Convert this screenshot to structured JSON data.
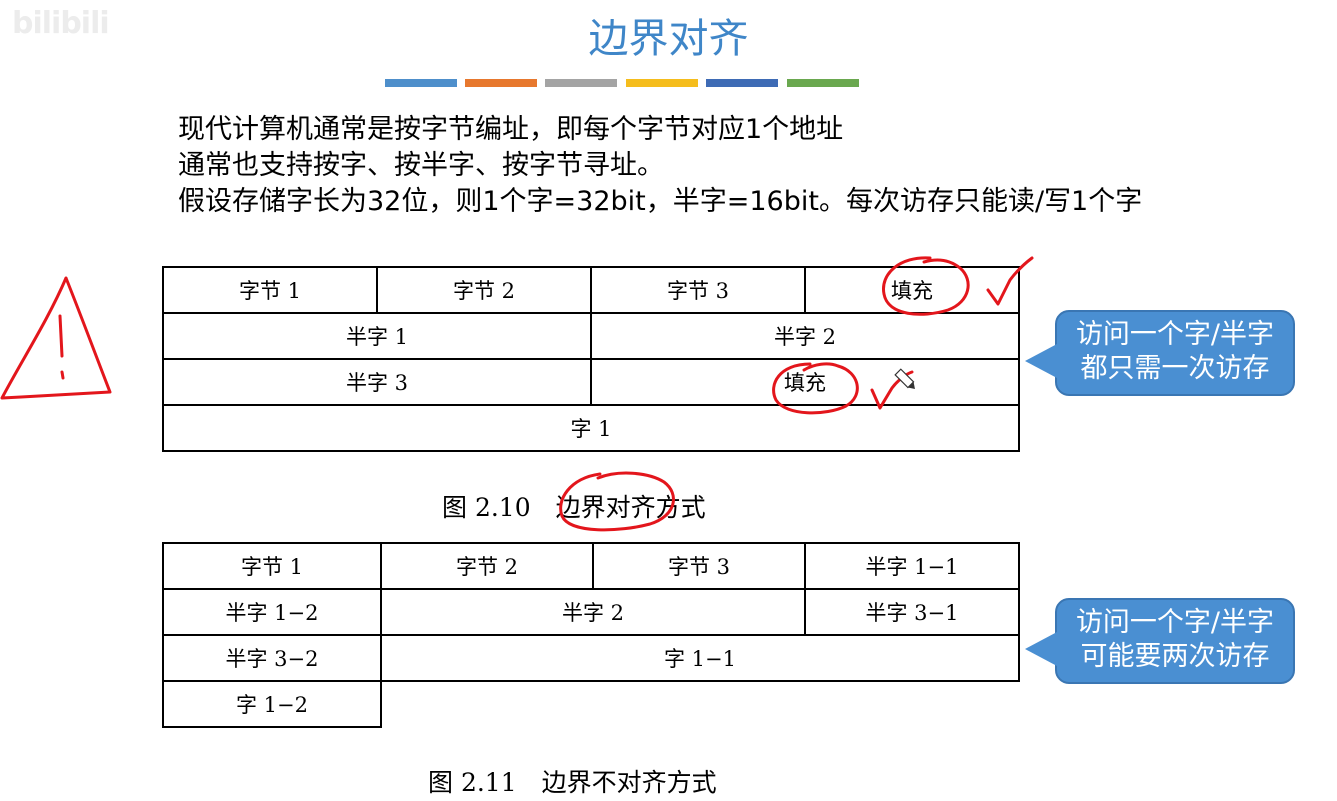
{
  "title": "边界对齐",
  "watermark": "bilibili",
  "colors": {
    "title": "#3f86c8",
    "callout_fill": "#4a8fd2",
    "annotation_ink": "#e3161c",
    "bars": [
      "#4e8fcb",
      "#e7782e",
      "#a4a4a4",
      "#f5bd1d",
      "#3e6bb5",
      "#6aa84f"
    ]
  },
  "intro": {
    "line1": "现代计算机通常是按字节编址，即每个字节对应1个地址",
    "line2": "通常也支持按字、按半字、按字节寻址。",
    "line3": "假设存储字长为32位，则1个字=32bit，半字=16bit。每次访存只能读/写1个字"
  },
  "figure1": {
    "rows": [
      [
        "字节 1",
        "字节 2",
        "字节 3",
        "填充"
      ],
      [
        "半字 1",
        "半字 2"
      ],
      [
        "半字 3",
        "填充"
      ],
      [
        "字 1"
      ]
    ],
    "caption": "图 2.10　边界对齐方式"
  },
  "figure2": {
    "rows": [
      [
        "字节 1",
        "字节 2",
        "字节 3",
        "半字 1−1"
      ],
      [
        "半字 1−2",
        "半字 2",
        "半字 3−1"
      ],
      [
        "半字 3−2",
        "字 1−1"
      ],
      [
        "字 1−2"
      ]
    ],
    "caption": "图 2.11　边界不对齐方式"
  },
  "callout1": {
    "line1": "访问一个字/半字",
    "line2": "都只需一次访存"
  },
  "callout2": {
    "line1": "访问一个字/半字",
    "line2": "可能要两次访存"
  }
}
